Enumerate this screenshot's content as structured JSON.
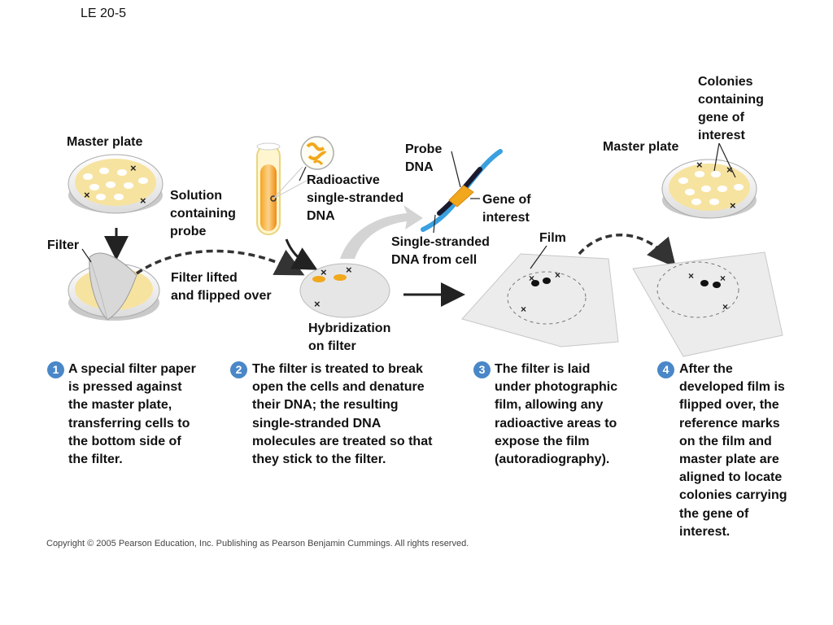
{
  "slide_title": "LE 20-5",
  "labels": {
    "master_plate_left": "Master plate",
    "solution_probe": [
      "Solution",
      "containing",
      "probe"
    ],
    "radioactive_dna": [
      "Radioactive",
      "single-stranded",
      "DNA"
    ],
    "probe_dna": [
      "Probe",
      "DNA"
    ],
    "gene_of_interest": [
      "Gene of",
      "interest"
    ],
    "single_stranded_dna": [
      "Single-stranded",
      "DNA from cell"
    ],
    "colonies": [
      "Colonies",
      "containing",
      "gene of",
      "interest"
    ],
    "master_plate_right": "Master plate",
    "filter": "Filter",
    "filter_lifted": [
      "Filter lifted",
      "and flipped over"
    ],
    "hybridization": [
      "Hybridization",
      "on filter"
    ],
    "film": "Film"
  },
  "steps": [
    {
      "num": "1",
      "text": [
        "A special filter paper",
        "is pressed against",
        "the master plate,",
        "transferring cells to",
        "the bottom side of",
        "the filter."
      ]
    },
    {
      "num": "2",
      "text": [
        "The filter is treated to break",
        "open the cells and denature",
        "their DNA; the resulting",
        "single-stranded DNA",
        "molecules are treated so that",
        "they stick to the filter."
      ]
    },
    {
      "num": "3",
      "text": [
        "The filter is laid",
        "under photographic",
        "film, allowing any",
        "radioactive areas to",
        "expose the film",
        "(autoradiography)."
      ]
    },
    {
      "num": "4",
      "text": [
        "After the",
        "developed film is",
        "flipped over, the",
        "reference marks",
        "on the film and",
        "master plate are",
        "aligned to locate",
        "colonies carrying",
        "the gene of",
        "interest."
      ]
    }
  ],
  "copyright": "Copyright © 2005 Pearson Education, Inc. Publishing as Pearson Benjamin Cummings. All rights reserved.",
  "colors": {
    "step_badge": "#4a87c8",
    "agar": "#f7e3a0",
    "probe": "#f2a81c",
    "strand_dark": "#1a1a2e",
    "strand_light": "#3aa0e0"
  }
}
